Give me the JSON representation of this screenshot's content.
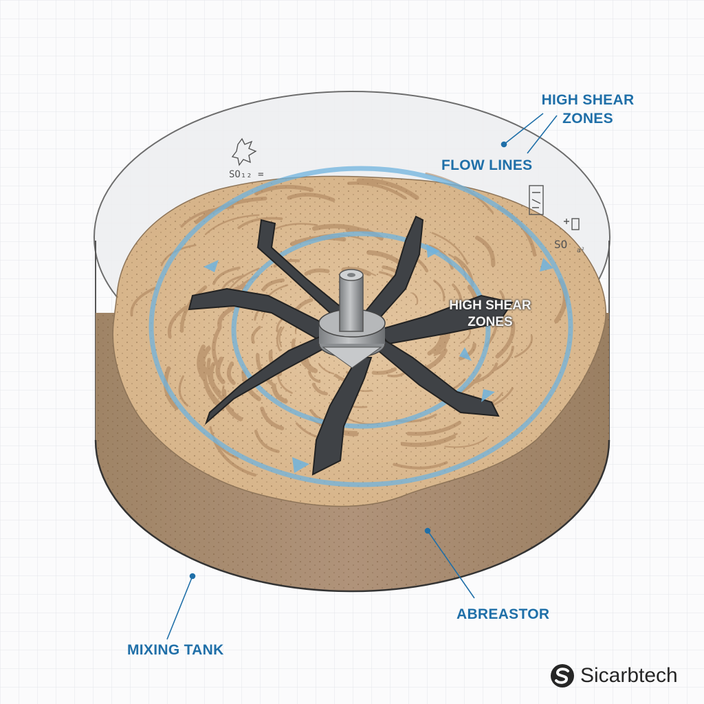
{
  "labels": {
    "high_shear_top": [
      "HIGH SHEAR",
      "ZONES"
    ],
    "flow_lines": "FLOW LINES",
    "high_shear_inner": [
      "HIGH SHEAR",
      "ZONES"
    ],
    "abreastor": "ABREASTOR",
    "mixing_tank": "MIXING TANK"
  },
  "formula_left": "SO₁₂ =",
  "formula_right": "SO",
  "formula_right_sub": "a²",
  "brand": {
    "name": "Sicarbtech",
    "logo_icon": "sicarbtech-s-logo-icon"
  },
  "colors": {
    "label_blue": "#1f6fa8",
    "flow_blue": "#6fb3de",
    "slurry_light": "#dcb98e",
    "slurry_dark": "#a98a68",
    "impeller": "#3f4246",
    "shaft": "#9a9c9e",
    "grid": "#e3e6ea"
  }
}
